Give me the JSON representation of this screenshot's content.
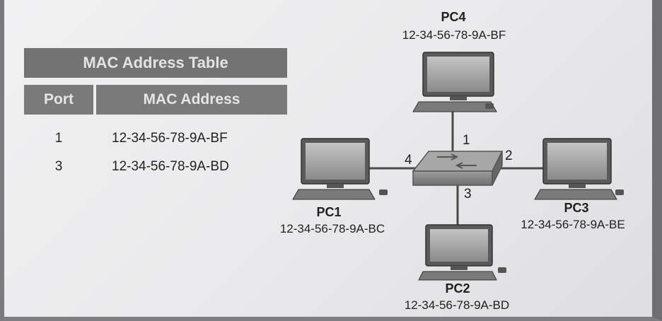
{
  "mac_table": {
    "title": "MAC Address Table",
    "headers": {
      "port": "Port",
      "mac": "MAC Address"
    },
    "rows": [
      {
        "port": "1",
        "mac": "12-34-56-78-9A-BF"
      },
      {
        "port": "3",
        "mac": "12-34-56-78-9A-BD"
      }
    ]
  },
  "hosts": {
    "pc1": {
      "name": "PC1",
      "mac": "12-34-56-78-9A-BC"
    },
    "pc2": {
      "name": "PC2",
      "mac": "12-34-56-78-9A-BD"
    },
    "pc3": {
      "name": "PC3",
      "mac": "12-34-56-78-9A-BE"
    },
    "pc4": {
      "name": "PC4",
      "mac": "12-34-56-78-9A-BF"
    }
  },
  "switch_ports": {
    "p1": "1",
    "p2": "2",
    "p3": "3",
    "p4": "4"
  }
}
